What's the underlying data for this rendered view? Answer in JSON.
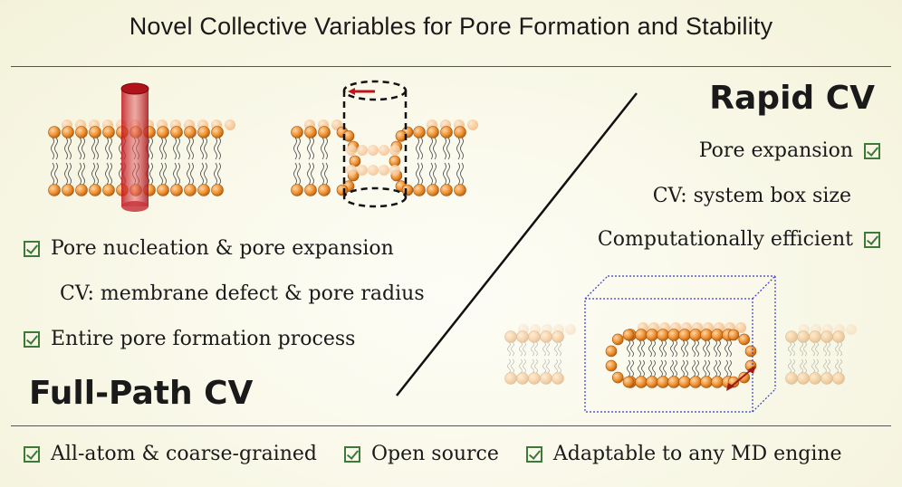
{
  "title": "Novel Collective Variables for Pore Formation and Stability",
  "full_path": {
    "heading": "Full-Path CV",
    "items": [
      {
        "text": "Pore nucleation & pore expansion",
        "checked": true
      },
      {
        "text": "CV: membrane defect & pore radius",
        "checked": false
      },
      {
        "text": "Entire pore formation process",
        "checked": true
      }
    ]
  },
  "rapid": {
    "heading": "Rapid CV",
    "items": [
      {
        "text": "Pore expansion",
        "checked": true
      },
      {
        "text": "CV: system box size",
        "checked": false
      },
      {
        "text": "Computationally efficient",
        "checked": true
      }
    ]
  },
  "footer": {
    "items": [
      "All-atom & coarse-grained",
      "Open source",
      "Adaptable to any MD engine"
    ]
  },
  "colors": {
    "check": "#3d7a3a",
    "lipid_head": "#f0902e",
    "cylinder": "#c0141a",
    "arrow": "#a01818",
    "box": "#3a3ad0"
  },
  "icons": [
    "checkbox-icon",
    "membrane-illustration",
    "cylinder-cv-illustration",
    "simulation-box-illustration"
  ]
}
